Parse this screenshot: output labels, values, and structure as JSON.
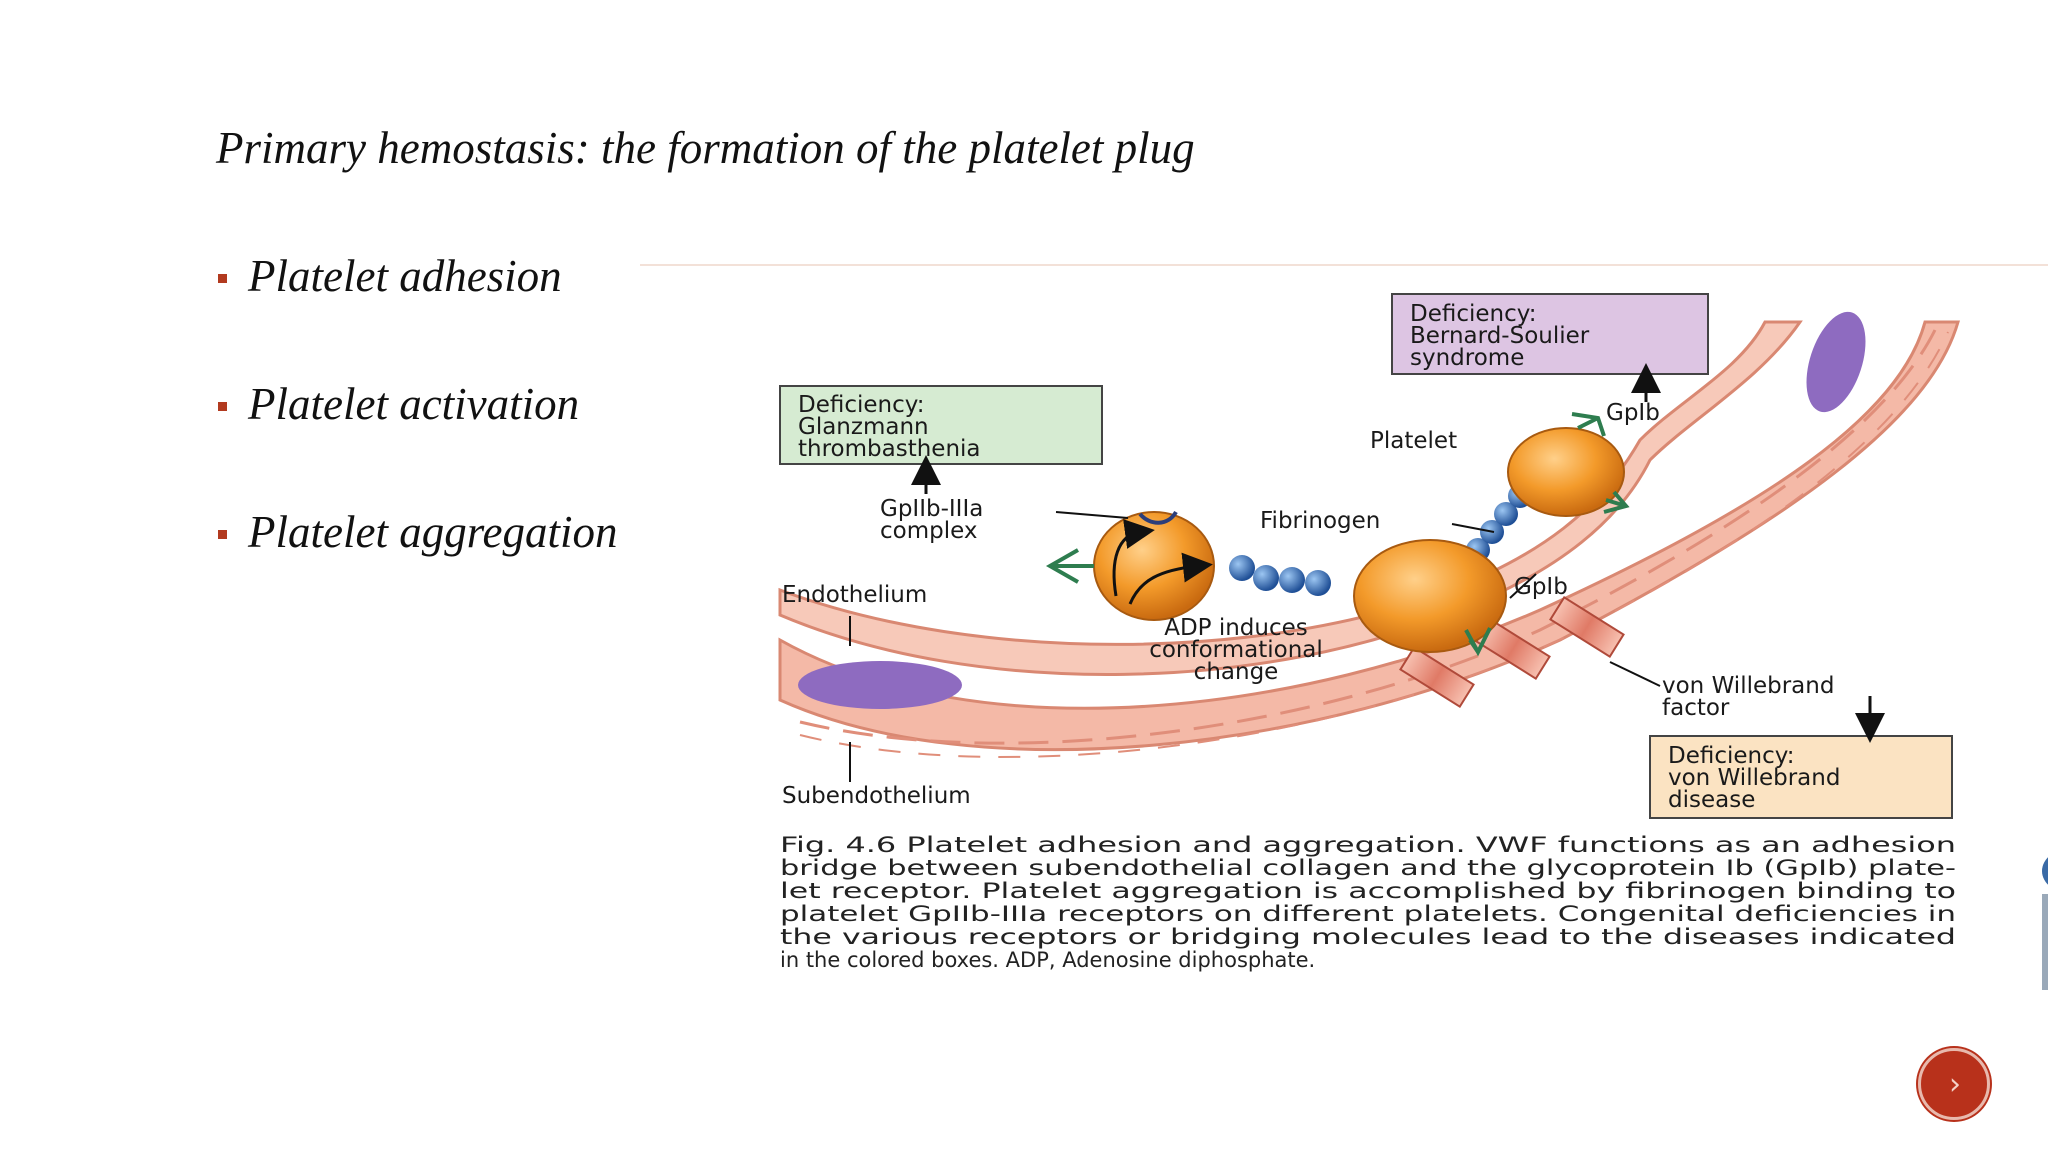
{
  "slide": {
    "title": "Primary hemostasis: the formation of the platelet plug",
    "bullets": [
      "Platelet adhesion",
      "Platelet activation",
      "Platelet aggregation"
    ]
  },
  "figure": {
    "boxes": {
      "bernard": [
        "Deficiency:",
        "Bernard-Soulier",
        "syndrome"
      ],
      "glanzmann": [
        "Deficiency:",
        "Glanzmann",
        "thrombasthenia"
      ],
      "vwd": [
        "Deficiency:",
        "von Willebrand",
        "disease"
      ]
    },
    "labels": {
      "gpib_top": "GpIb",
      "platelet": "Platelet",
      "gpiib_iiia": [
        "GpIIb-IIIa",
        "complex"
      ],
      "fibrinogen": "Fibrinogen",
      "gpib_mid": "GpIb",
      "endothelium": "Endothelium",
      "adp": [
        "ADP induces",
        "conformational",
        "change"
      ],
      "vwf": [
        "von Willebrand",
        "factor"
      ],
      "subendothelium": "Subendothelium"
    },
    "caption": [
      "Fig. 4.6 Platelet adhesion and aggregation. VWF functions as an adhesion",
      "bridge between subendothelial collagen and the glycoprotein Ib (GpIb) plate-",
      "let receptor. Platelet aggregation is accomplished by fibrinogen binding to",
      "platelet GpIIb-IIIa receptors on different platelets. Congenital deficiencies in",
      "the various receptors or bridging molecules lead to the diseases indicated",
      "in the colored boxes. ADP, Adenosine diphosphate."
    ],
    "colors": {
      "vessel": "#f4b9a7",
      "platelet": "#f39a2a",
      "glanzmann_box": "#d6ebd2",
      "bernard_box": "#ddc5e3",
      "vwd_box": "#fbe3c2",
      "receptor": "#2e7d4f",
      "fibrinogen": "#2d6cc0",
      "nucleus": "#8e6bc0"
    }
  },
  "controls": {
    "next_icon": "next-slide-icon"
  }
}
